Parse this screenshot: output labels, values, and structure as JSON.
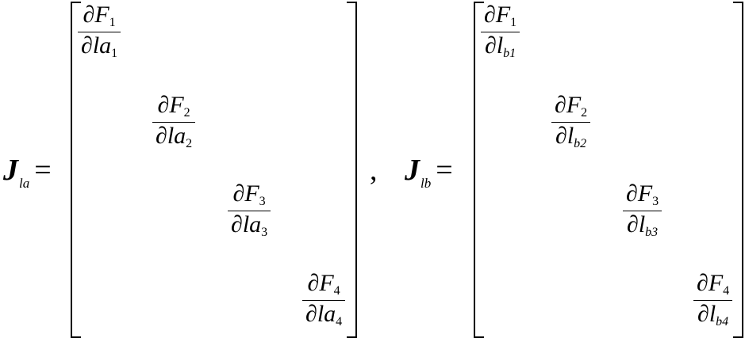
{
  "equation": {
    "left_matrix": {
      "symbol": "J",
      "subscript": "la",
      "equals": "=",
      "entries": [
        {
          "partial": "∂",
          "numerator_var": "F",
          "numerator_index": "1",
          "denominator_var": "la",
          "denominator_index": "1"
        },
        {
          "partial": "∂",
          "numerator_var": "F",
          "numerator_index": "2",
          "denominator_var": "la",
          "denominator_index": "2"
        },
        {
          "partial": "∂",
          "numerator_var": "F",
          "numerator_index": "3",
          "denominator_var": "la",
          "denominator_index": "3"
        },
        {
          "partial": "∂",
          "numerator_var": "F",
          "numerator_index": "4",
          "denominator_var": "la",
          "denominator_index": "4"
        }
      ]
    },
    "separator": ",",
    "right_matrix": {
      "symbol": "J",
      "subscript": "lb",
      "equals": "=",
      "entries": [
        {
          "partial": "∂",
          "numerator_var": "F",
          "numerator_index": "1",
          "denominator_var": "l",
          "denominator_index": "b1"
        },
        {
          "partial": "∂",
          "numerator_var": "F",
          "numerator_index": "2",
          "denominator_var": "l",
          "denominator_index": "b2"
        },
        {
          "partial": "∂",
          "numerator_var": "F",
          "numerator_index": "3",
          "denominator_var": "l",
          "denominator_index": "b3"
        },
        {
          "partial": "∂",
          "numerator_var": "F",
          "numerator_index": "4",
          "denominator_var": "l",
          "denominator_index": "b4"
        }
      ]
    }
  }
}
